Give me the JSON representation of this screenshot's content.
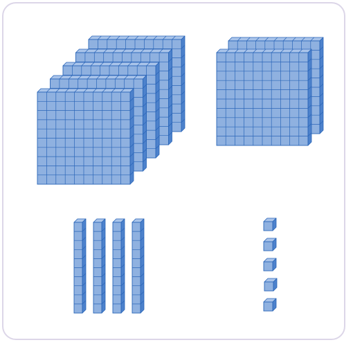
{
  "colors": {
    "front": "#8fb1e0",
    "top": "#a9c4ea",
    "side": "#4d82cc",
    "line": "#2b66b8",
    "border": "#dcd6e8"
  },
  "blocks": {
    "flats_group_1": {
      "type": "flat",
      "count": 5,
      "grid": [
        10,
        10
      ]
    },
    "flats_group_2": {
      "type": "flat",
      "count": 2,
      "grid": [
        10,
        10
      ]
    },
    "rods": {
      "type": "rod",
      "count": 4,
      "length": 10
    },
    "units": {
      "type": "unit",
      "count": 5
    }
  }
}
